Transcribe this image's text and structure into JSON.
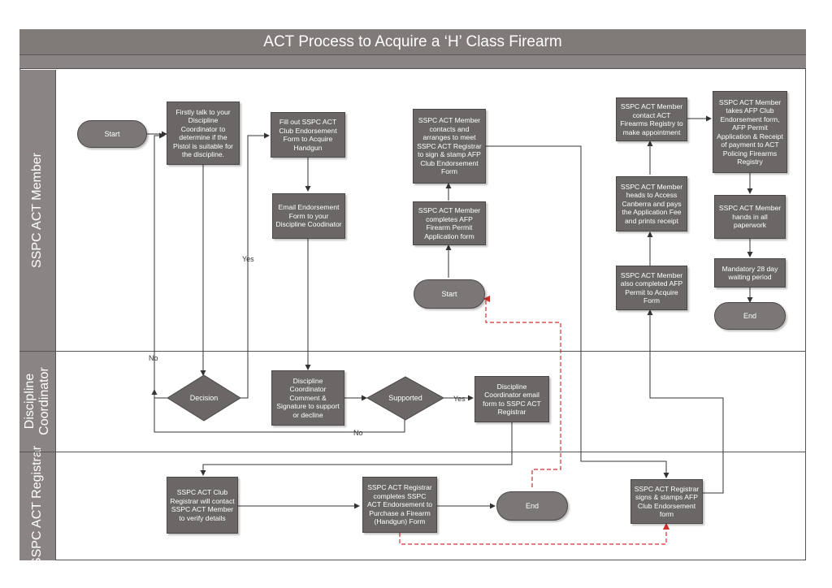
{
  "title": "ACT Process to Acquire a ‘H’ Class Firearm",
  "lanes": [
    "SSPC ACT Member",
    "Discipline Coordinator",
    "SSPC ACT Registrar"
  ],
  "nodes": {
    "start1": "Start",
    "talk": "Firstly talk to your Discipline Coordinator to determine if the Pistol is suitable for the discipline.",
    "fillout": "Fill out SSPC ACT Club Endorsement Form to Acquire Handgun",
    "email": "Email Endorsement Form to your Discipline Coodinator",
    "contact_registrar": "SSPC ACT Member contacts and arranges to meet SSPC ACT Registrar to sign & stamp AFP Club Endorsement Form",
    "complete_afp": "SSPC ACT Member completes AFP Firearm Permit Application form",
    "start2": "Start",
    "contact_registry": "SSPC ACT Member contact ACT Firearms Registry to make appointment",
    "heads_access": "SSPC ACT Member heads to Access Canberra and pays the Application Fee and prints receipt",
    "also_completed": "SSPC ACT Member also completed AFP Permit to Acquire Form",
    "takes_forms": "SSPC ACT Member takes AFP Club Endorsement form, AFP Permit Application & Receipt of payment to ACT Policing Firearms Registry",
    "hands_in": "SSPC ACT Member hands in all paperwork",
    "waiting": "Mandatory 28 day waiting period",
    "end_member": "End",
    "decision": "Decision",
    "dc_comment": "Discipline Coordinator Comment & Signature to support or decline",
    "supported": "Supported",
    "dc_email": "Discipline Coordinator email form  to SSPC ACT Registrar",
    "registrar_contact": "SSPC ACT Club Registrar will contact SSPC ACT Member to verify details",
    "registrar_completes": "SSPC ACT Registrar completes SSPC ACT Endorsement to Purchase a Firearm (Handgun) Form",
    "end_registrar": "End",
    "registrar_signs": "SSPC ACT Registrar signs & stamps AFP Club Endorsement form"
  },
  "edge_labels": {
    "yes1": "Yes",
    "no1": "No",
    "yes2": "Yes",
    "no2": "No"
  },
  "colors": {
    "box_fill": "#6b6767",
    "header_fill": "#8a8584",
    "dashed_connector": "#d32f2f"
  }
}
